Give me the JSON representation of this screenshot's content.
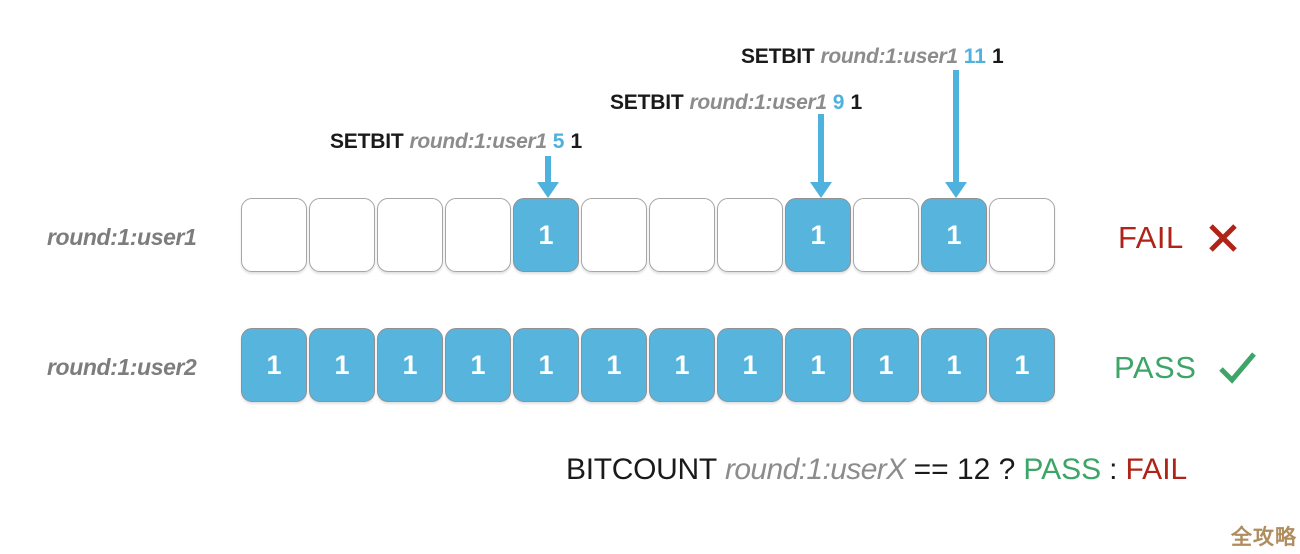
{
  "annotations": [
    {
      "command": "SETBIT",
      "key": "round:1:user1",
      "index": "11",
      "value": "1",
      "arrow_target_bit": 11
    },
    {
      "command": "SETBIT",
      "key": "round:1:user1",
      "index": "9",
      "value": "1",
      "arrow_target_bit": 9
    },
    {
      "command": "SETBIT",
      "key": "round:1:user1",
      "index": "5",
      "value": "1",
      "arrow_target_bit": 5
    }
  ],
  "rows": [
    {
      "label": "round:1:user1",
      "bits": [
        "0",
        "0",
        "0",
        "0",
        "1",
        "0",
        "0",
        "0",
        "1",
        "0",
        "1",
        "0"
      ],
      "verdict": "FAIL",
      "verdict_icon": "cross-icon"
    },
    {
      "label": "round:1:user2",
      "bits": [
        "1",
        "1",
        "1",
        "1",
        "1",
        "1",
        "1",
        "1",
        "1",
        "1",
        "1",
        "1"
      ],
      "verdict": "PASS",
      "verdict_icon": "check-icon"
    }
  ],
  "bitcount": {
    "command": "BITCOUNT",
    "key": "round:1:userX",
    "operator": "== 12 ?",
    "pass_label": "PASS",
    "separator": ":",
    "fail_label": "FAIL"
  },
  "watermark": {
    "text": "全攻略"
  },
  "colors": {
    "bit_on": "#56b4dd",
    "arrow": "#4fb1dd",
    "fail": "#b02418",
    "pass": "#3da568",
    "key_gray": "#8c8c8c",
    "watermark": "#b08d5e"
  },
  "cell_count": 12,
  "on_value": "1"
}
